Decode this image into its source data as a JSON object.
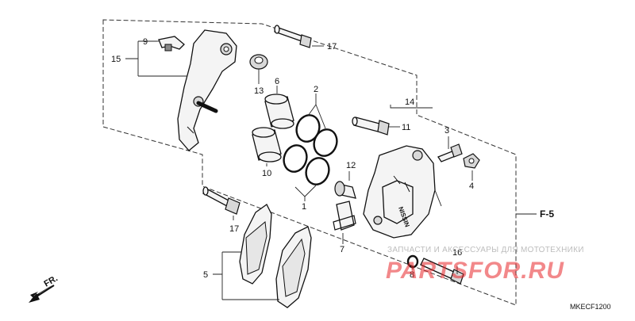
{
  "labels": {
    "l1": "1",
    "l2": "2",
    "l3": "3",
    "l4": "4",
    "l5": "5",
    "l6": "6",
    "l7": "7",
    "l8": "8",
    "l9": "9",
    "l10": "10",
    "l11": "11",
    "l12": "12",
    "l13": "13",
    "l14": "14",
    "l15": "15",
    "l16": "16",
    "l17a": "17",
    "l17b": "17"
  },
  "ref_label": "F-5",
  "direction_label": "FR.",
  "diagram_code": "MKECF1200",
  "watermark": {
    "tagline": "ЗАПЧАСТИ И АКСЕССУАРЫ ДЛЯ МОТОТЕХНИКИ",
    "brand": "PARTSFOR.RU",
    "brand_color": "#e8262a"
  },
  "caliper_marking": "NISSIN"
}
